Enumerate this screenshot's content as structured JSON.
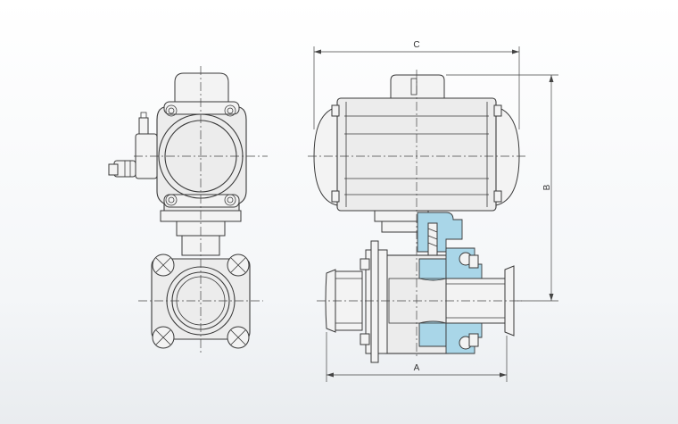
{
  "dimensions": {
    "width_label": "C",
    "height_label": "B",
    "length_label": "A"
  },
  "colors": {
    "section_fill": "#a9d6e8",
    "line": "#3a3a3a",
    "body_fill": "#ececec"
  }
}
